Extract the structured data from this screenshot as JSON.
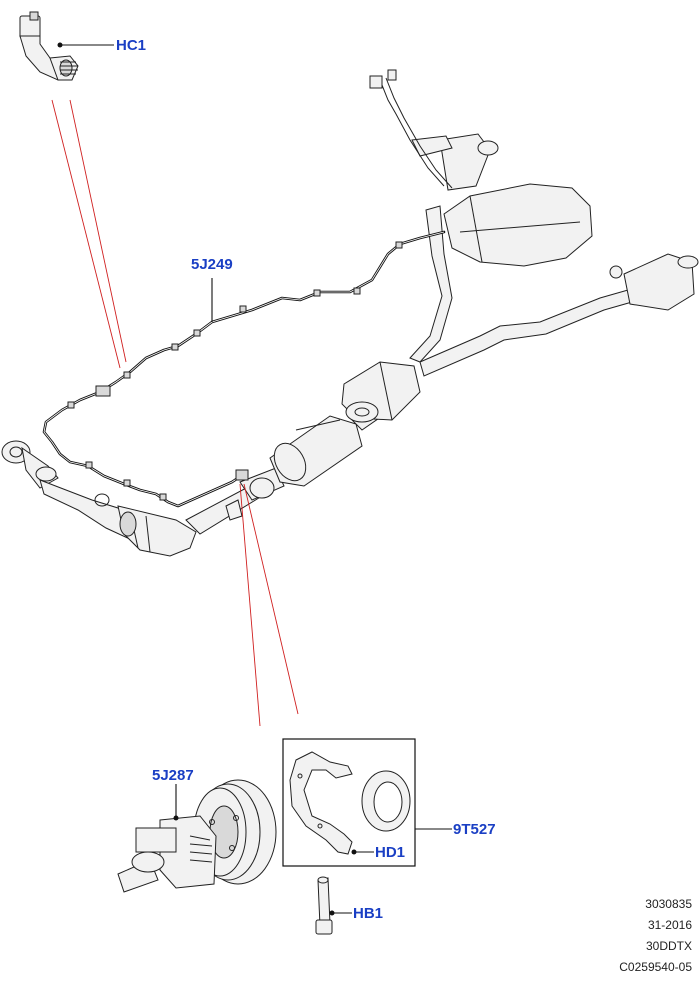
{
  "callouts": {
    "hc1": "HC1",
    "harness": "5J249",
    "sensor": "5J287",
    "kit": "9T527",
    "hd1": "HD1",
    "hb1": "HB1"
  },
  "footer": {
    "line1": "3030835",
    "line2": "31-2016",
    "line3": "30DDTX",
    "line4": "C0259540-05"
  },
  "colors": {
    "callout_text": "#1a3fc4",
    "detail_lines": "#d02020",
    "linework": "#222222"
  }
}
